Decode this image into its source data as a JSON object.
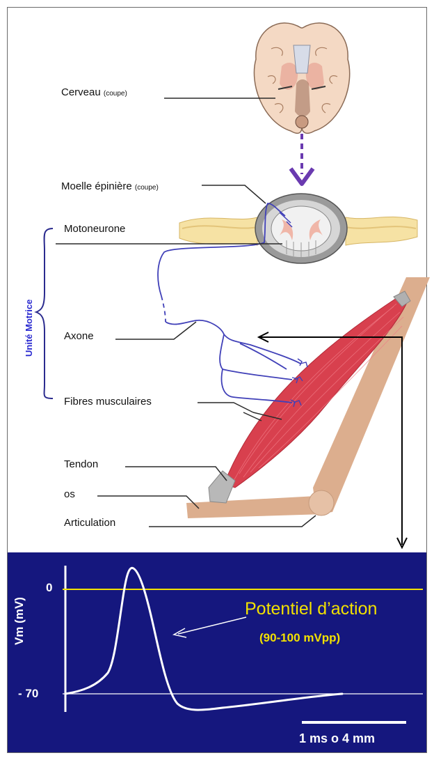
{
  "labels": {
    "cerveau": "Cerveau",
    "cerveau_note": "(coupe)",
    "moelle": "Moelle épinière",
    "moelle_note": "(coupe)",
    "motoneurone": "Motoneurone",
    "axone": "Axone",
    "fibres": "Fibres musculaires",
    "tendon": "Tendon",
    "os": "os",
    "articulation": "Articulation",
    "unite_motrice": "Unité Motrice"
  },
  "graph": {
    "ylabel": "Vm (mV)",
    "y_ticks": [
      "0",
      "- 70"
    ],
    "title": "Potentiel d’action",
    "subtitle": "(90-100 mVpp)",
    "scale_label": "1 ms o 4 mm"
  },
  "colors": {
    "panel": "#15177e",
    "axon": "#4040b8",
    "muscle": "#d8404e",
    "bone": "#dcae8e",
    "zero_line": "#f2e100"
  }
}
